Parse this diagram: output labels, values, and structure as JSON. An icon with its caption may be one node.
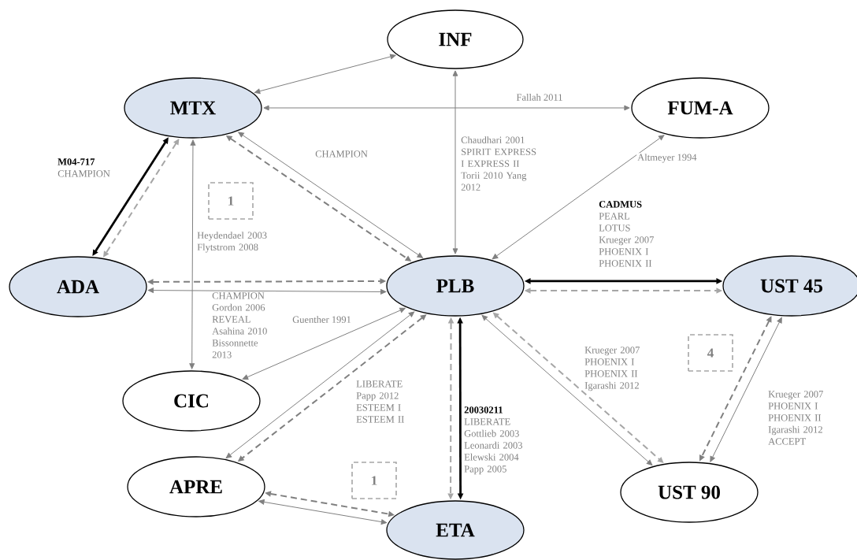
{
  "diagram": {
    "nodes": [
      {
        "text": [
          "INF"
        ]
      },
      {
        "text": [
          "MTX"
        ]
      },
      {
        "text": [
          "FUM-A"
        ]
      },
      {
        "text": [
          "ADA"
        ]
      },
      {
        "text": [
          "PLB"
        ]
      },
      {
        "text": [
          "UST 45"
        ]
      },
      {
        "text": [
          "CIC"
        ]
      },
      {
        "text": [
          "APRE"
        ]
      },
      {
        "text": [
          "ETA"
        ]
      },
      {
        "text": [
          "UST 90"
        ]
      },
      {
        "text": [
          "1"
        ]
      },
      {
        "text": [
          "1"
        ]
      },
      {
        "text": [
          "4"
        ]
      }
    ],
    "edges": [
      {
        "from": 1,
        "to": 0,
        "arrow": "both"
      },
      {
        "from": 1,
        "to": 2,
        "arrow": "both",
        "label": "Fallah 2011"
      },
      {
        "from": 0,
        "to": 4,
        "arrow": "both",
        "label": "Chaudhari 2001 SPIRIT EXPRESS I EXPRESS II Torii 2010 Yang 2012"
      },
      {
        "from": 1,
        "to": 3,
        "arrow": "both",
        "label": "**M04-717** CHAMPION",
        "style": "thick",
        "color": "#000000"
      },
      {
        "from": 1,
        "to": 3,
        "arrow": "both",
        "style": "dashed",
        "color": "#a6a6a6"
      },
      {
        "from": 1,
        "to": 4,
        "arrow": "both",
        "label": "CHAMPION"
      },
      {
        "from": 1,
        "to": 4,
        "arrow": "both",
        "style": "dashed"
      },
      {
        "from": 1,
        "to": 6,
        "arrow": "both",
        "label": "Heydendael 2003 Flytstrom 2008"
      },
      {
        "from": 3,
        "to": 4,
        "arrow": "both",
        "style": "dashed"
      },
      {
        "from": 3,
        "to": 4,
        "arrow": "both",
        "label": "CHAMPION Gordon 2006 REVEAL Asahina 2010 Bissonnette 2013"
      },
      {
        "from": 4,
        "to": 2,
        "arrow": "both",
        "label": "Altmeyer 1994"
      },
      {
        "from": 4,
        "to": 5,
        "arrow": "both",
        "label": "**CADMUS** PEARL LOTUS Krueger 2007 PHOENIX I PHOENIX II",
        "style": "thick",
        "color": "#000000"
      },
      {
        "from": 4,
        "to": 5,
        "arrow": "both",
        "style": "dashed",
        "color": "#a6a6a6"
      },
      {
        "from": 4,
        "to": 6,
        "arrow": "both",
        "label": "Guenther 1991"
      },
      {
        "from": 4,
        "to": 7,
        "arrow": "both"
      },
      {
        "from": 4,
        "to": 7,
        "arrow": "both",
        "label": "LIBERATE Papp 2012 ESTEEM I ESTEEM II",
        "style": "dashed"
      },
      {
        "from": 4,
        "to": 8,
        "arrow": "both",
        "label": "**20030211** LIBERATE Gottlieb 2003 Leonardi 2003 Elewski 2004 Papp 2005",
        "style": "thick",
        "color": "#000000"
      },
      {
        "from": 4,
        "to": 8,
        "arrow": "both",
        "style": "dashed",
        "color": "#a6a6a6"
      },
      {
        "from": 4,
        "to": 9,
        "arrow": "both"
      },
      {
        "from": 4,
        "to": 9,
        "arrow": "both",
        "label": "Krueger 2007 PHOENIX I PHOENIX II Igarashi 2012",
        "style": "dashed",
        "color": "#a6a6a6"
      },
      {
        "from": 5,
        "to": 9,
        "arrow": "both",
        "label": "Krueger 2007 PHOENIX I PHOENIX II Igarashi 2012 ACCEPT"
      },
      {
        "from": 5,
        "to": 9,
        "arrow": "both",
        "style": "dashed"
      },
      {
        "from": 7,
        "to": 8,
        "arrow": "both",
        "style": "dashed"
      },
      {
        "from": 7,
        "to": 8,
        "arrow": "both"
      }
    ]
  }
}
